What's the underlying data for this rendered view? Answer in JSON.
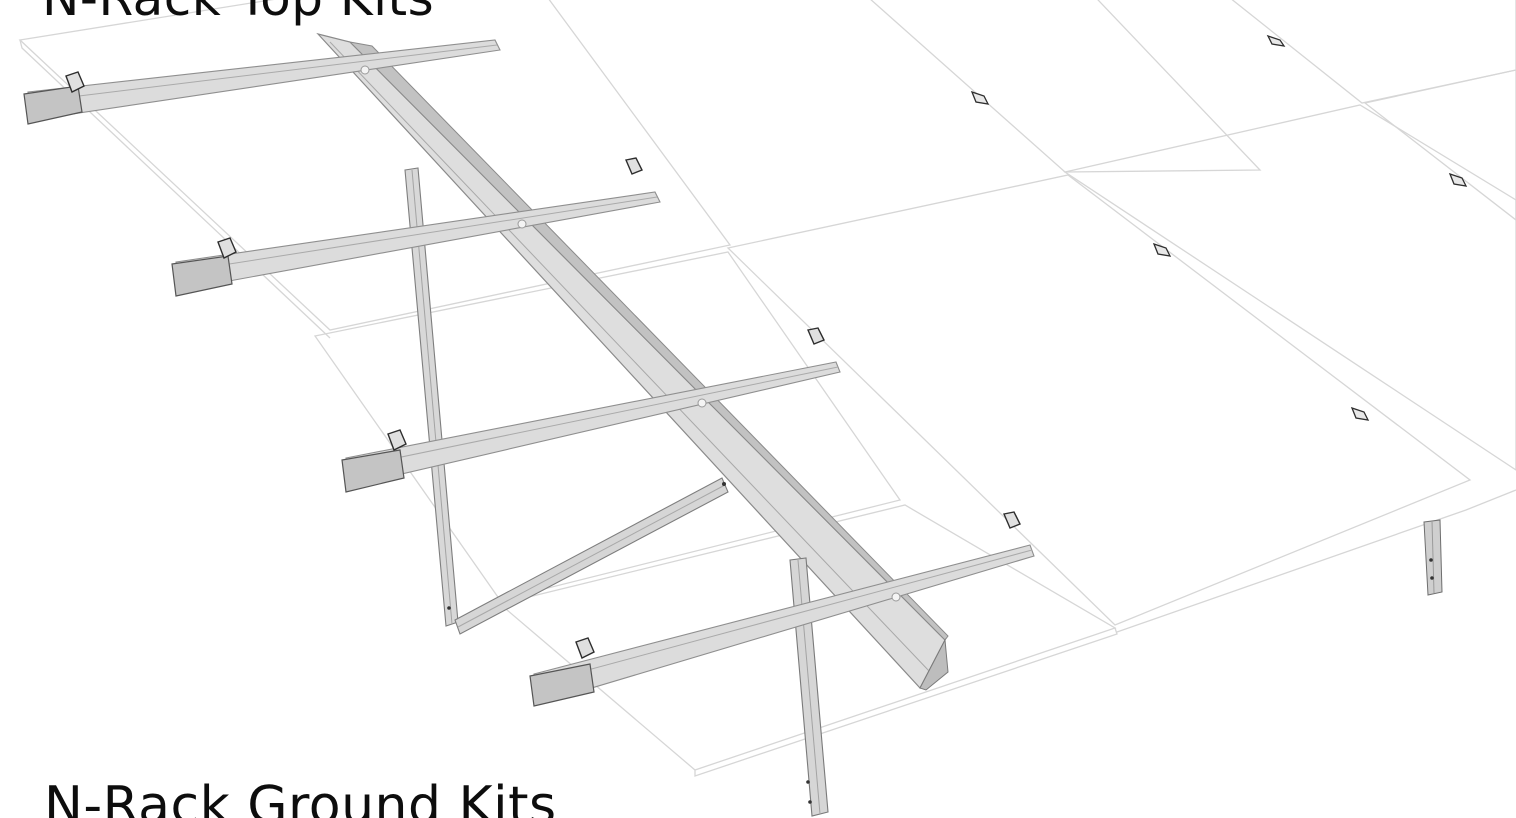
{
  "headings": {
    "top_kits": "N-Rack Top Kits",
    "ground_kits": "N-Rack Ground Kits"
  },
  "illustration": {
    "subject": "N-Rack solar mounting structure with panels",
    "colors": {
      "panel_outline": "#d4d4d4",
      "rail_fill": "#dcdcdc",
      "rail_shadow": "#b8b8b8",
      "rail_edge": "#8f8f8f",
      "clamp_dark": "#3a3a3a",
      "heading_text": "#0d0d0d"
    }
  }
}
